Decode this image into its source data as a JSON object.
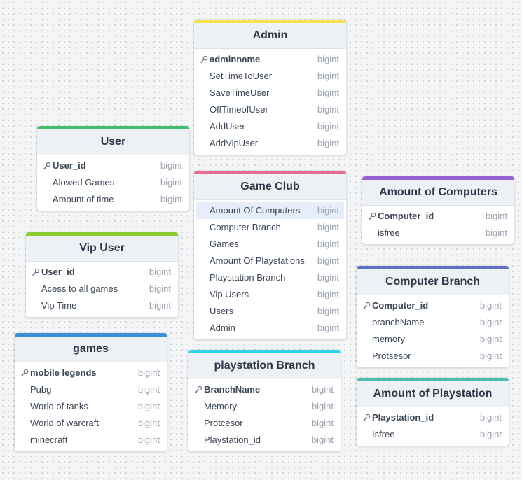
{
  "tables": [
    {
      "id": "admin",
      "name": "Admin",
      "color": "#f5e14d",
      "columns": [
        {
          "name": "adminname",
          "type": "bigint",
          "pk": true
        },
        {
          "name": "SetTimeToUser",
          "type": "bigint"
        },
        {
          "name": "SaveTimeUser",
          "type": "bigint"
        },
        {
          "name": "OffTimeofUser",
          "type": "bigint"
        },
        {
          "name": "AddUser",
          "type": "bigint"
        },
        {
          "name": "AddVipUser",
          "type": "bigint"
        }
      ]
    },
    {
      "id": "user",
      "name": "User",
      "color": "#3fbf6a",
      "columns": [
        {
          "name": "User_id",
          "type": "bigint",
          "pk": true
        },
        {
          "name": "Alowed Games",
          "type": "bigint"
        },
        {
          "name": "Amount of time",
          "type": "bigint"
        }
      ]
    },
    {
      "id": "game-club",
      "name": "Game Club",
      "color": "#ec6b93",
      "columns": [
        {
          "name": "Amount Of Computers",
          "type": "bigint",
          "highlight": true
        },
        {
          "name": "Computer Branch",
          "type": "bigint"
        },
        {
          "name": "Games",
          "type": "bigint"
        },
        {
          "name": "Amount Of Playstations",
          "type": "bigint"
        },
        {
          "name": "Playstation Branch",
          "type": "bigint"
        },
        {
          "name": "Vip Users",
          "type": "bigint"
        },
        {
          "name": "Users",
          "type": "bigint"
        },
        {
          "name": "Admin",
          "type": "bigint"
        }
      ]
    },
    {
      "id": "amount-of-computers",
      "name": "Amount of Computers",
      "color": "#9a5fd6",
      "columns": [
        {
          "name": "Computer_id",
          "type": "bigint",
          "pk": true
        },
        {
          "name": "isfree",
          "type": "bigint"
        }
      ]
    },
    {
      "id": "vip-user",
      "name": "Vip User",
      "color": "#8ccc2e",
      "columns": [
        {
          "name": "User_id",
          "type": "bigint",
          "pk": true
        },
        {
          "name": "Acess to all games",
          "type": "bigint"
        },
        {
          "name": "Vip Time",
          "type": "bigint"
        }
      ]
    },
    {
      "id": "computer-branch",
      "name": "Computer Branch",
      "color": "#5f6fc4",
      "columns": [
        {
          "name": "Computer_id",
          "type": "bigint",
          "pk": true
        },
        {
          "name": "branchName",
          "type": "bigint"
        },
        {
          "name": "memory",
          "type": "bigint"
        },
        {
          "name": "Protsesor",
          "type": "bigint"
        }
      ]
    },
    {
      "id": "games",
      "name": "games",
      "color": "#3a8fd8",
      "columns": [
        {
          "name": "mobile legends",
          "type": "bigint",
          "pk": true
        },
        {
          "name": "Pubg",
          "type": "bigint"
        },
        {
          "name": "World of tanks",
          "type": "bigint"
        },
        {
          "name": "World of warcraft",
          "type": "bigint"
        },
        {
          "name": "minecraft",
          "type": "bigint"
        }
      ]
    },
    {
      "id": "playstation-branch",
      "name": "playstation Branch",
      "color": "#2fd3e6",
      "columns": [
        {
          "name": "BranchName",
          "type": "bigint",
          "pk": true
        },
        {
          "name": "Memory",
          "type": "bigint"
        },
        {
          "name": "Protcesor",
          "type": "bigint"
        },
        {
          "name": "Playstation_id",
          "type": "bigint"
        }
      ]
    },
    {
      "id": "amount-of-playstation",
      "name": "Amount of Playstation",
      "color": "#4dbfad",
      "columns": [
        {
          "name": "Playstation_id",
          "type": "bigint",
          "pk": true
        },
        {
          "name": "Isfree",
          "type": "bigint"
        }
      ]
    }
  ]
}
